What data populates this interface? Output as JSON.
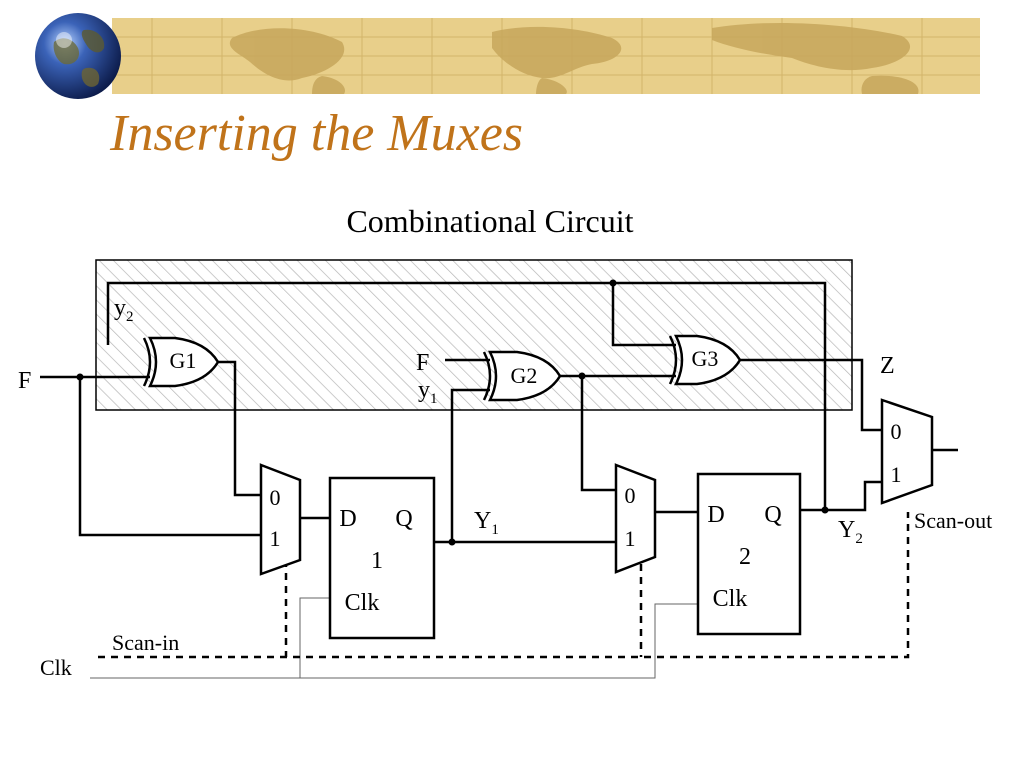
{
  "slide": {
    "title": "Inserting the Muxes"
  },
  "diagram": {
    "block_label": "Combinational Circuit",
    "gates": [
      {
        "label": "G1"
      },
      {
        "label": "G2"
      },
      {
        "label": "G3"
      }
    ],
    "flipflops": [
      {
        "d": "D",
        "q": "Q",
        "id": "1",
        "clk": "Clk"
      },
      {
        "d": "D",
        "q": "Q",
        "id": "2",
        "clk": "Clk"
      }
    ],
    "muxes": [
      {
        "in0": "0",
        "in1": "1"
      },
      {
        "in0": "0",
        "in1": "1"
      },
      {
        "in0": "0",
        "in1": "1"
      }
    ],
    "signals": {
      "f_outer": "F",
      "f_inner": "F",
      "y_letter": "y",
      "sub_2": "2",
      "sub_1": "1",
      "Y_letter": "Y",
      "z": "Z",
      "scan_in": "Scan-in",
      "scan_out": "Scan-out",
      "clk": "Clk"
    }
  }
}
